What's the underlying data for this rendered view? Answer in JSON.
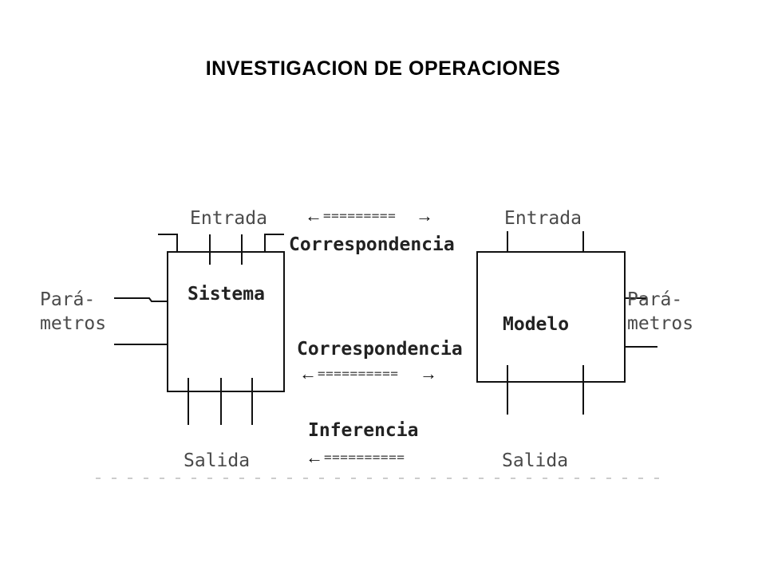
{
  "title": "INVESTIGACION DE OPERACIONES",
  "diagram": {
    "system": {
      "name": "Sistema",
      "input": "Entrada",
      "output": "Salida",
      "params_line1": "Pará-",
      "params_line2": "metros"
    },
    "model": {
      "name": "Modelo",
      "input": "Entrada",
      "output": "Salida",
      "params_line1": "Pará-",
      "params_line2": "metros"
    },
    "relations": {
      "top_label": "Correspondencia",
      "middle_label": "Correspondencia",
      "bottom_label": "Inferencia",
      "dashes_top": "=========",
      "dashes_middle": "==========",
      "dashes_bottom": "==========",
      "arrow_left": "←",
      "arrow_right": "→"
    }
  }
}
